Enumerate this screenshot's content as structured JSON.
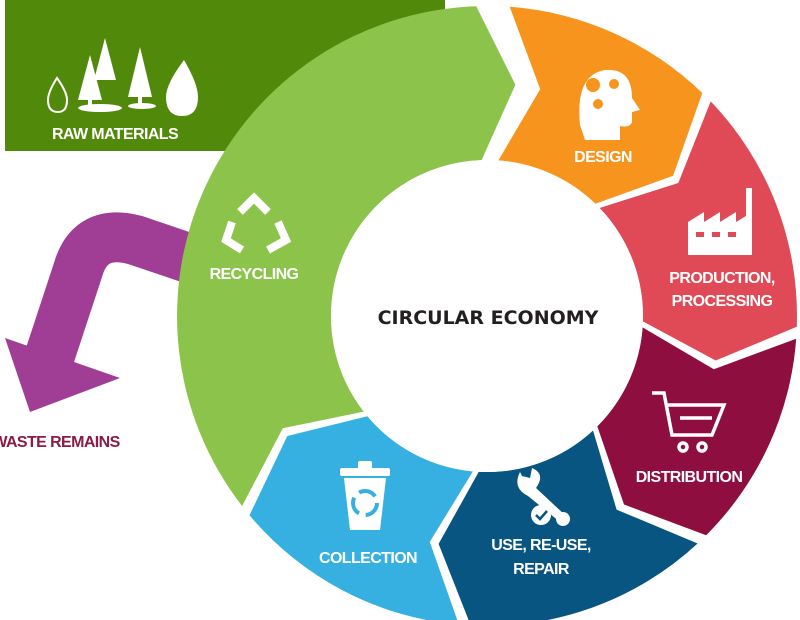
{
  "title": "CIRCULAR ECONOMY",
  "nodes": {
    "raw_materials": "RAW MATERIALS",
    "design": "DESIGN",
    "production_1": "PRODUCTION,",
    "production_2": "PROCESSING",
    "distribution": "DISTRIBUTION",
    "use_1": "USE, RE-USE,",
    "use_2": "REPAIR",
    "collection": "COLLECTION",
    "recycling": "RECYCLING",
    "waste": "WASTE REMAINS"
  },
  "colors": {
    "raw_materials": "#518a0a",
    "recycling": "#8cc34a",
    "design": "#f7941d",
    "production": "#e04a57",
    "distribution": "#8e0f3f",
    "use": "#085581",
    "collection": "#36b0e0",
    "waste": "#a03d94",
    "waste_text": "#8b1a44"
  },
  "icons": [
    "trees-water-icon",
    "recycle-icon",
    "head-gears-icon",
    "factory-icon",
    "cart-icon",
    "wrench-check-icon",
    "recycle-bin-icon"
  ]
}
